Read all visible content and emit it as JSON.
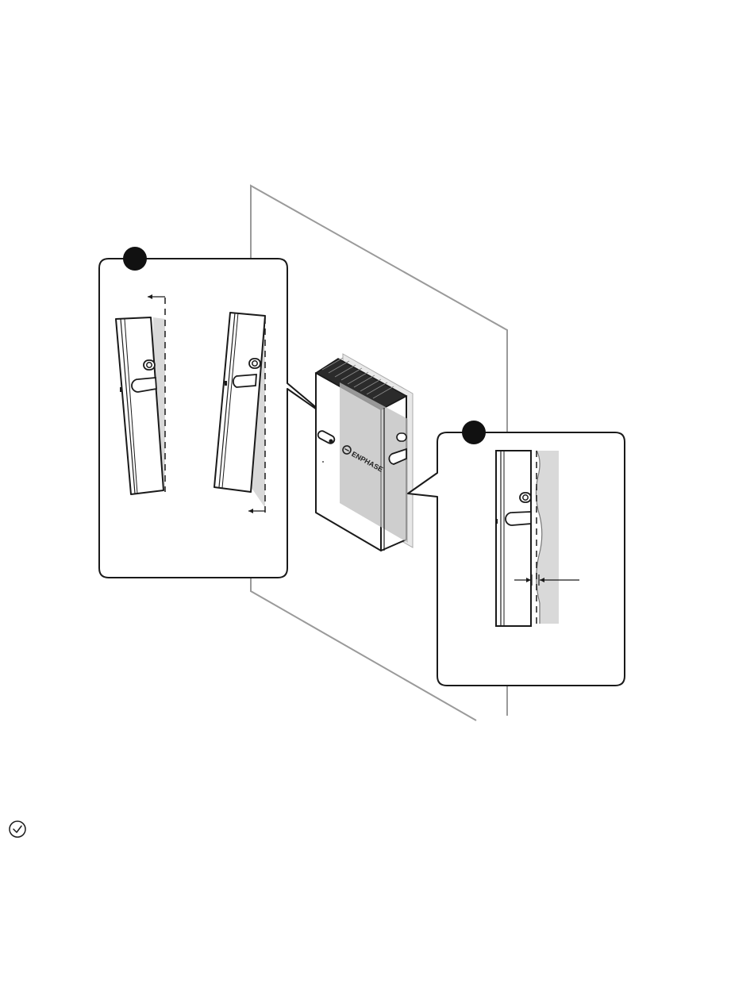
{
  "figure": {
    "brand_logo": "ENPHASE",
    "callouts": [
      {
        "id": "tilt-check",
        "marker_label": ""
      },
      {
        "id": "gap-check",
        "marker_label": ""
      }
    ]
  },
  "icons": {
    "check": "check-circle-icon"
  },
  "colors": {
    "line": "#1a1a1a",
    "wall": "#9a9a9a",
    "wall_shade": "#d9d9d9",
    "device_shade": "#bdbdbd",
    "marker": "#111111"
  }
}
